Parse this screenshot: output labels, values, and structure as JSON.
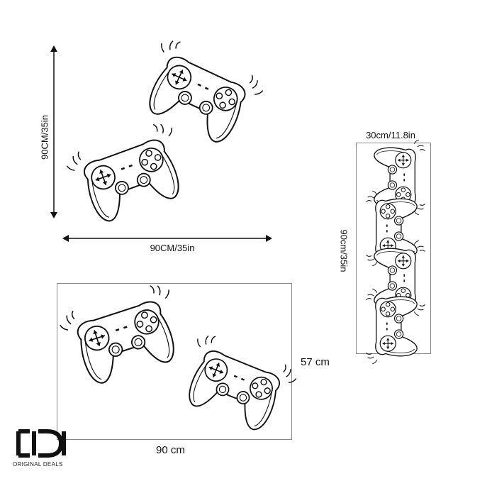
{
  "panel_a": {
    "height_label": "90CM/35in",
    "width_label": "90CM/35in"
  },
  "panel_b": {
    "width_label": "30cm/11.8in",
    "height_label": "90cm/35in"
  },
  "panel_c": {
    "height_label": "57 cm",
    "width_label": "90 cm"
  },
  "brand": {
    "logo_text": "OID",
    "caption": "ORIGINAL DEALS"
  },
  "colors": {
    "ink": "#111111",
    "frame": "#888888",
    "background": "#ffffff"
  }
}
